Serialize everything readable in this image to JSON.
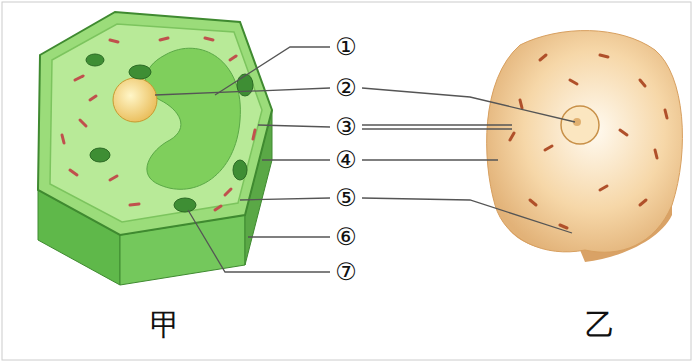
{
  "diagram": {
    "labels": [
      "①",
      "②",
      "③",
      "④",
      "⑤",
      "⑥",
      "⑦",
      "甲",
      "乙"
    ]
  }
}
